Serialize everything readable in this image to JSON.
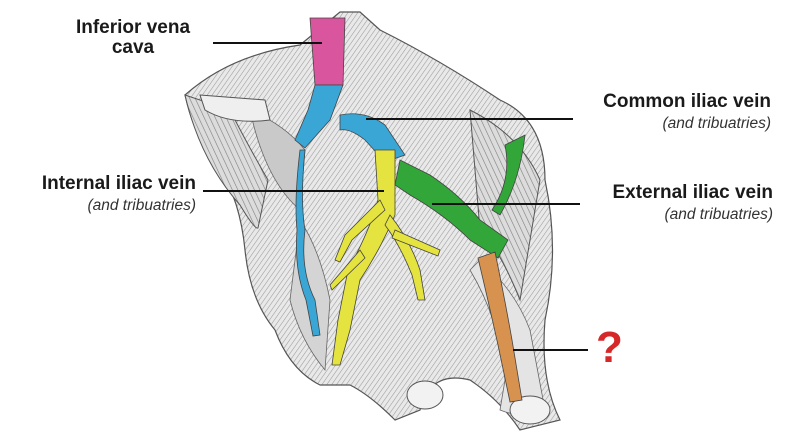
{
  "labels": {
    "ivc": {
      "line1": "Inferior vena",
      "line2": "cava"
    },
    "common": {
      "title": "Common iliac vein",
      "sub": "(and tribuatries)"
    },
    "internal": {
      "title": "Internal iliac vein",
      "sub": "(and tribuatries)"
    },
    "external": {
      "title": "External iliac vein",
      "sub": "(and tribuatries)"
    },
    "unknown": "?"
  },
  "colors": {
    "ivc": "#d9569e",
    "common_iliac": "#3aa6d6",
    "internal_iliac": "#e5e33f",
    "external_iliac": "#33a63a",
    "unknown_vein": "#d8924f",
    "question_mark": "#d62828",
    "leader": "#111111"
  }
}
